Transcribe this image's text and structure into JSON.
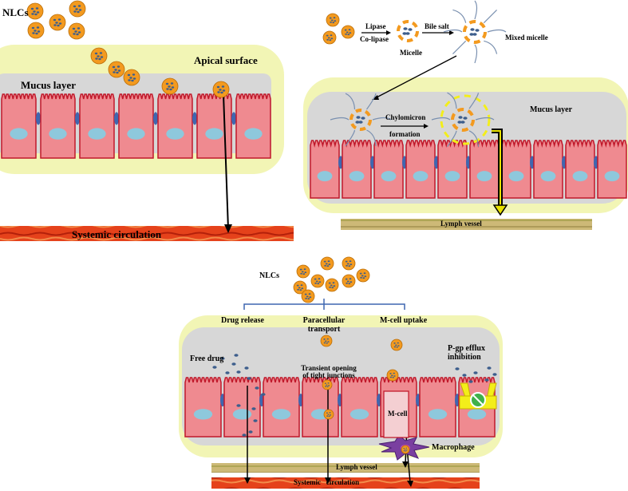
{
  "labels": {
    "nlcs_top": "NLCs",
    "apical_surface": "Apical surface",
    "mucus_layer_left": "Mucus layer",
    "systemic_circulation_left": "Systemic circulation",
    "lipase": "Lipase",
    "co_lipase": "Co-lipase",
    "bile_salt": "Bile salt",
    "micelle": "Micelle",
    "mixed_micelle": "Mixed micelle",
    "chylomicron": "Chylomicron",
    "formation": "formation",
    "mucus_layer_right": "Mucus layer",
    "lymph_vessel_right": "Lymph vessel",
    "nlcs_bottom": "NLCs",
    "drug_release": "Drug release",
    "paracellular_transport": "Paracellular\ntransport",
    "m_cell_uptake": "M-cell uptake",
    "free_drug": "Free drug",
    "transient_opening": "Transient opening\nof tight junctions",
    "pgp_efflux": "P-gp efflux\ninhibition",
    "m_cell": "M-cell",
    "macrophage": "Macrophage",
    "lymph_vessel_bottom": "Lymph vessel",
    "systemic_circulation_bottom": "Systemic   circulation"
  },
  "colors": {
    "nlc_orange": "#f39a1f",
    "drug_blue": "#3d5e8c",
    "cell_fill": "#ef8a90",
    "cell_border": "#c0182a",
    "nucleus": "#8ec8dc",
    "junction": "#3f67b0",
    "mucus_gray": "#d6d6d6",
    "apical_yellow": "#f2f5b5",
    "blood_red": "#e23a12",
    "lymph_olive": "#c9b56e",
    "macrophage_purple": "#7a3fa0",
    "pgp_yellow": "#f3ee1a"
  }
}
